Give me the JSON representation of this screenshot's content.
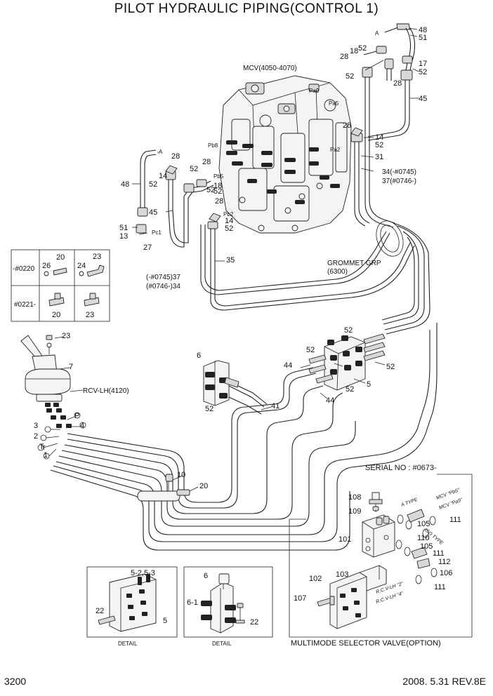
{
  "title": "PILOT HYDRAULIC PIPING(CONTROL 1)",
  "page_number": "3200",
  "revision": "2008. 5.31  REV.8E",
  "labels": {
    "mcv": "MCV(4050-4070)",
    "grommet1": "GROMMET GRP",
    "grommet2": "(6300)",
    "rcv": "RCV-LH(4120)",
    "serial": "SERIAL NO : #0673-",
    "multimode": "MULTIMODE SELECTOR VALVE(OPTION)",
    "detail": "DETAIL",
    "ser_a": "-#0220",
    "ser_b": "#0221-",
    "p34": "34(-#0745)",
    "p37": "37(#0746-)",
    "p37b": "(-#0745)37",
    "p34b": "(#0746-)34",
    "a": "A",
    "pa9": "Pa9",
    "pa5": "Pa5",
    "pa2": "Pa2",
    "pb8": "Pb8",
    "pb5": "Pb5",
    "pb2": "Pb2",
    "pc1": "Pc1",
    "atype": "A TYPE",
    "isotype": "ISO TYPE",
    "mcv_pb5": "MCV \"Pb5\"",
    "mcv_pa9": "MCV \"Pa9\"",
    "rcv2": "R.C.V-LH \"2\"",
    "rcv4": "R.C.V-LH \"4\"",
    "port_p": "P",
    "port_t": "T",
    "detail_52_53": "5-2,5-3",
    "detail_61": "6-1"
  }
}
